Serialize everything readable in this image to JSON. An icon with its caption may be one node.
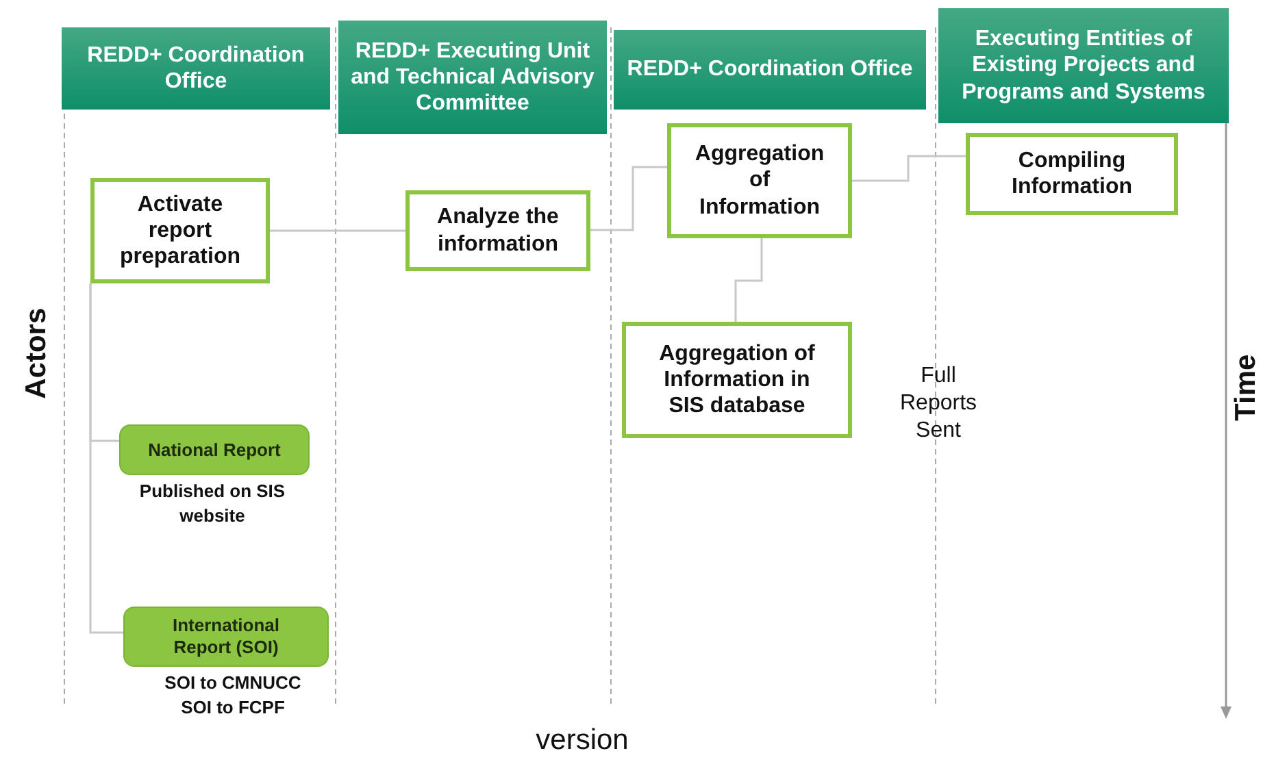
{
  "diagram": {
    "nodes": [
      {
        "text": [
          "REDD+ Coordination Office"
        ]
      },
      {
        "text": [
          "REDD+ Executing Unit and Technical Advisory Committee"
        ]
      },
      {
        "text": [
          "REDD+ Coordination Office"
        ]
      },
      {
        "text": [
          "Executing Entities of Existing Projects and Programs and Systems"
        ]
      },
      {
        "text": [
          "Activate report preparation"
        ]
      },
      {
        "text": [
          "Analyze the information"
        ]
      },
      {
        "text": [
          "Aggregation of Information"
        ]
      },
      {
        "text": [
          "Compiling Information"
        ]
      },
      {
        "text": [
          "Aggregation of Information in SIS database"
        ]
      },
      {
        "text": [
          "National Report"
        ],
        "beside": [
          "Published on SIS website"
        ]
      },
      {
        "text": [
          "International Report (SOI)"
        ],
        "beside": [
          "SOI to CMNUCC",
          "SOI to FCPF"
        ]
      }
    ],
    "edges": [
      {
        "from": 4,
        "to": 5,
        "arrow": "none"
      },
      {
        "from": 5,
        "to": 6,
        "arrow": "none"
      },
      {
        "from": 6,
        "to": 7,
        "arrow": "none"
      },
      {
        "from": 6,
        "to": 8,
        "arrow": "none"
      },
      {
        "from": 4,
        "to": 9,
        "arrow": "none"
      },
      {
        "from": 4,
        "to": 10,
        "arrow": "none"
      }
    ],
    "labels": [
      "Actors",
      "Full Reports Sent",
      "Time",
      "version"
    ]
  }
}
